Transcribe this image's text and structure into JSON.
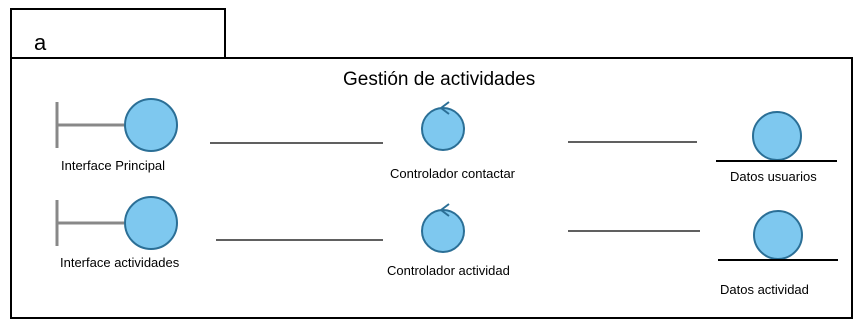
{
  "tab_label": "a",
  "title": "Gestión de actividades",
  "rows": [
    {
      "boundary": {
        "name": "Interface Principal"
      },
      "control": {
        "name": "Controlador contactar"
      },
      "entity": {
        "name": "Datos usuarios"
      }
    },
    {
      "boundary": {
        "name": "Interface actividades"
      },
      "control": {
        "name": "Controlador actividad"
      },
      "entity": {
        "name": "Datos actividad"
      }
    }
  ],
  "colors": {
    "element_fill": "#7ec8ef",
    "element_stroke": "#2b6f96",
    "bar_stroke": "#888888",
    "line": "#000000"
  }
}
